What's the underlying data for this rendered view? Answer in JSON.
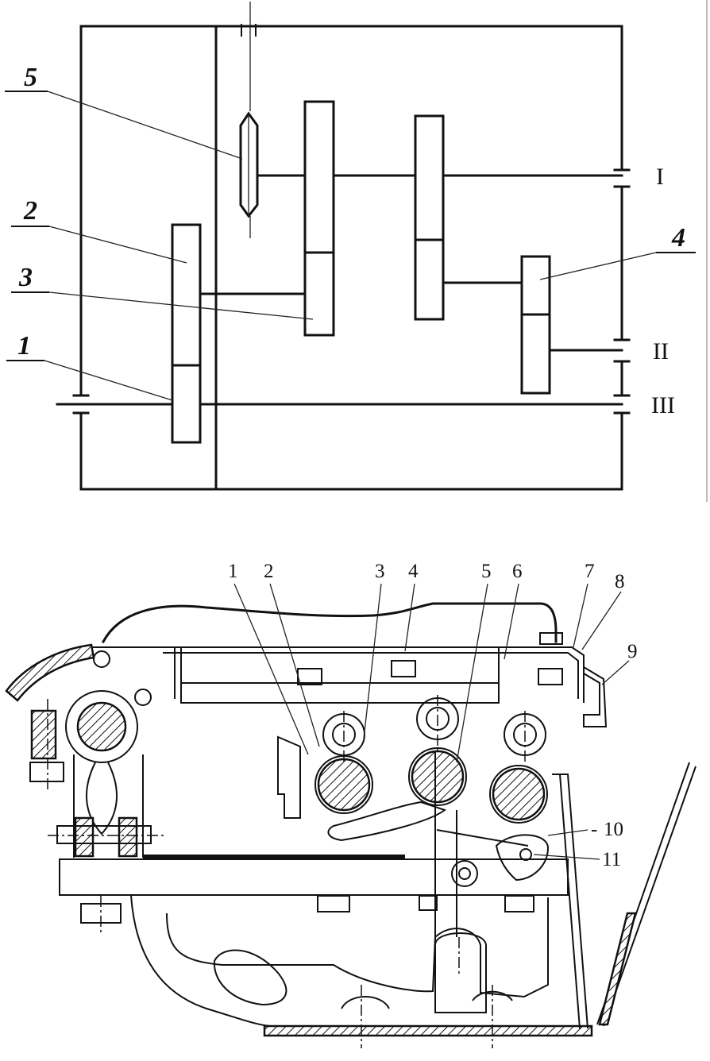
{
  "top_diagram": {
    "part_labels": [
      {
        "id": "p5",
        "text": "5"
      },
      {
        "id": "p2",
        "text": "2"
      },
      {
        "id": "p3",
        "text": "3"
      },
      {
        "id": "p1",
        "text": "1"
      },
      {
        "id": "p4",
        "text": "4"
      }
    ],
    "shaft_labels": [
      {
        "id": "s1",
        "text": "I"
      },
      {
        "id": "s2",
        "text": "II"
      },
      {
        "id": "s3",
        "text": "III"
      }
    ]
  },
  "bottom_diagram": {
    "part_labels": [
      "1",
      "2",
      "3",
      "4",
      "5",
      "6",
      "7",
      "8",
      "9",
      "10",
      "11"
    ],
    "leader_prefix_10": "-",
    "leader_prefix_11": ""
  }
}
